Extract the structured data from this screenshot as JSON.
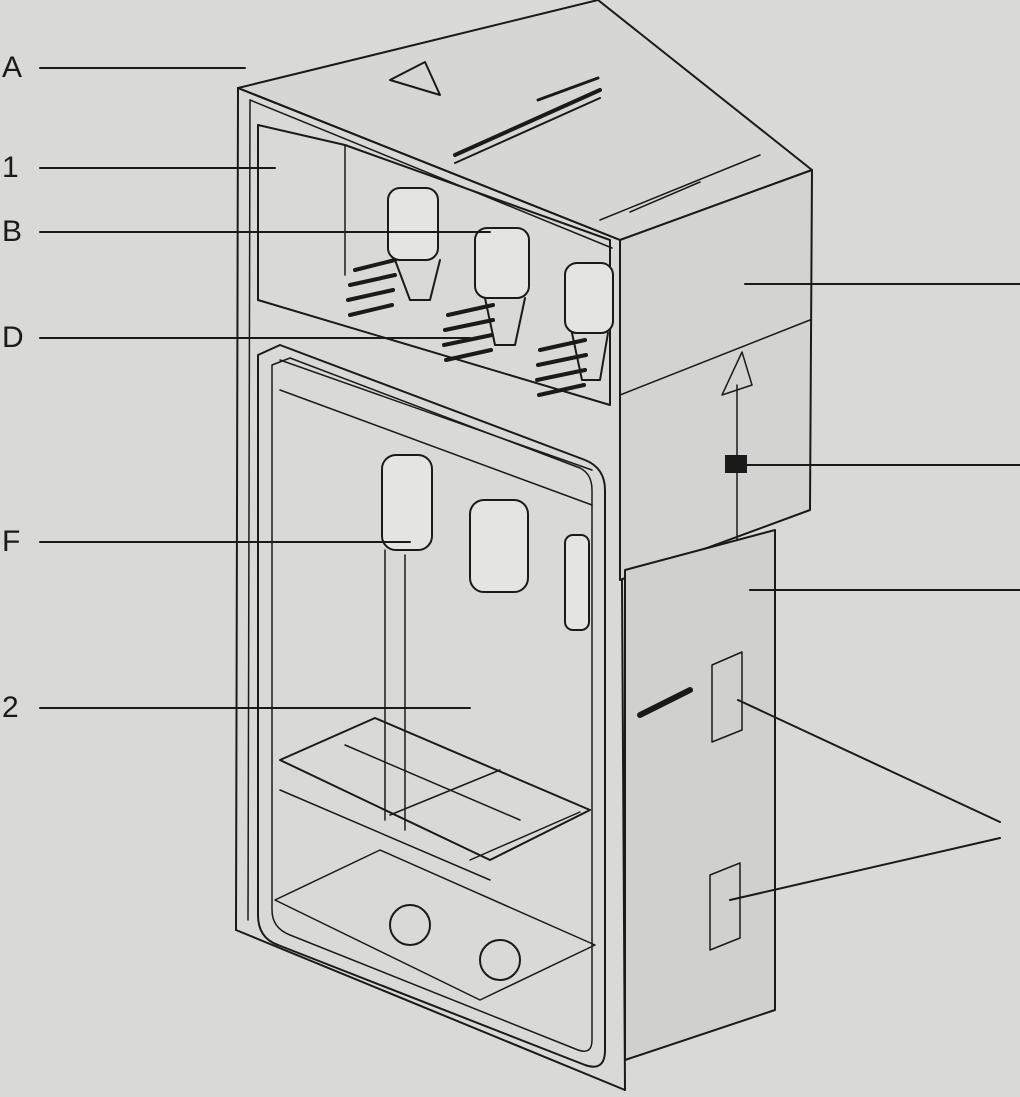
{
  "callouts": [
    {
      "id": "A",
      "label": "A"
    },
    {
      "id": "1",
      "label": "1"
    },
    {
      "id": "B",
      "label": "B"
    },
    {
      "id": "D",
      "label": "D"
    },
    {
      "id": "F",
      "label": "F"
    },
    {
      "id": "2",
      "label": "2"
    }
  ],
  "unlabeled_leader_lines": 4,
  "colors": {
    "background": "#d9d9d7",
    "line": "#1a1a1a",
    "panel": "#cfcfcd"
  }
}
